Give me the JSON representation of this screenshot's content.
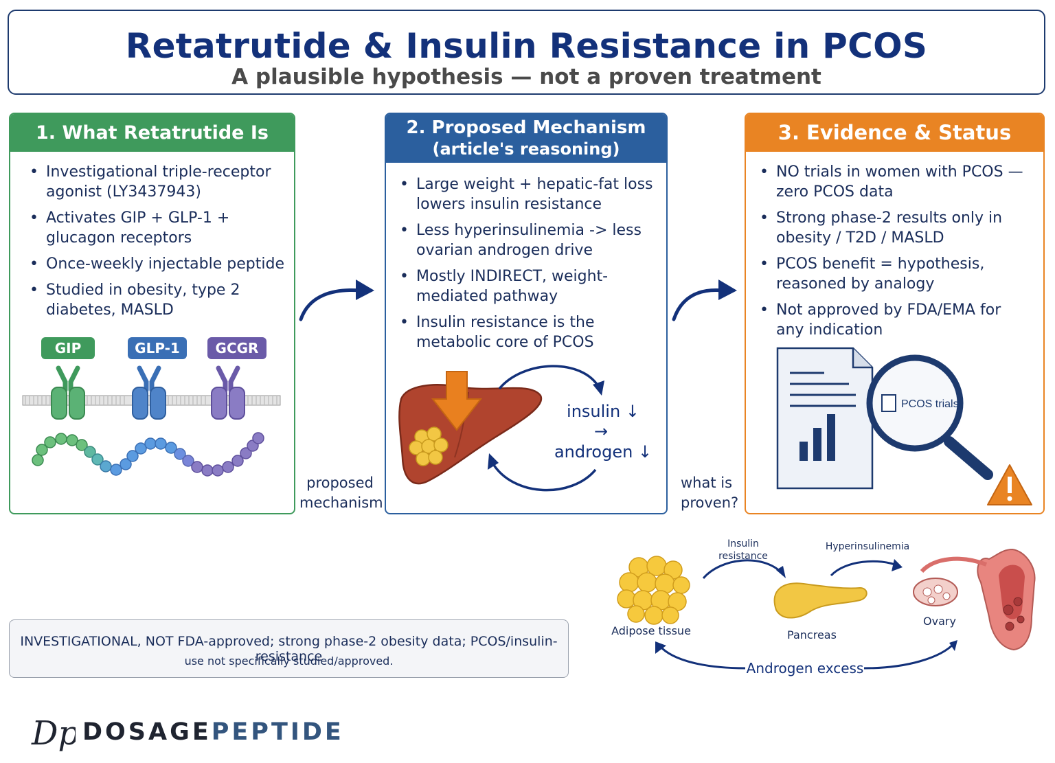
{
  "header": {
    "title": "Retatrutide & Insulin Resistance in PCOS",
    "subtitle": "A plausible hypothesis — not a proven treatment"
  },
  "panel1": {
    "heading": "1. What Retatrutide Is",
    "bullets": [
      [
        "Investigational triple-receptor",
        "agonist (LY3437943)"
      ],
      [
        "Activates GIP + GLP-1 +",
        "glucagon receptors"
      ],
      [
        "Once-weekly injectable peptide"
      ],
      [
        "Studied in obesity, type 2",
        "diabetes, MASLD"
      ]
    ],
    "receptors": [
      "GIP",
      "GLP-1",
      "GCGR"
    ]
  },
  "panel2": {
    "heading_line1": "2. Proposed Mechanism",
    "heading_line2": "(article's reasoning)",
    "bullets": [
      [
        "Large weight + hepatic-fat loss",
        "lowers insulin resistance"
      ],
      [
        "Less hyperinsulinemia -> less",
        "ovarian androgen drive"
      ],
      [
        "Mostly INDIRECT, weight-",
        "mediated pathway"
      ],
      [
        "Insulin resistance is the",
        "metabolic core of PCOS"
      ]
    ],
    "flow_insulin": "insulin ↓",
    "flow_arrow": "→",
    "flow_androgen": "androgen ↓"
  },
  "panel3": {
    "heading": "3. Evidence & Status",
    "bullets": [
      [
        "NO trials in women with PCOS —",
        "zero PCOS data"
      ],
      [
        "Strong phase-2 results only in",
        "obesity / T2D / MASLD"
      ],
      [
        "PCOS benefit = hypothesis,",
        "reasoned by analogy"
      ],
      [
        "Not approved by FDA/EMA for",
        "any indication"
      ]
    ],
    "magnifier_label": "PCOS trials"
  },
  "connectors": {
    "label1_line1": "proposed",
    "label1_line2": "mechanism",
    "label2_line1": "what is",
    "label2_line2": "proven?"
  },
  "cycle": {
    "adipose": "Adipose tissue",
    "pancreas": "Pancreas",
    "ovary": "Ovary",
    "insulin_resistance_line1": "Insulin",
    "insulin_resistance_line2": "resistance",
    "hyperinsulinemia": "Hyperinsulinemia",
    "androgen_excess": "Androgen excess"
  },
  "disclaimer": {
    "line1": "INVESTIGATIONAL, NOT FDA-approved; strong phase-2 obesity data; PCOS/insulin-resistance",
    "line2": "use not specifically studied/approved."
  },
  "brand": {
    "mark": "Dp",
    "name_part1": "DOSAGE",
    "name_part2": "PEPTIDE"
  },
  "colors": {
    "navy": "#13317a",
    "green": "#3f9a5c",
    "blue": "#2b5f9e",
    "orange": "#e98423",
    "purple": "#6a5aa8"
  }
}
